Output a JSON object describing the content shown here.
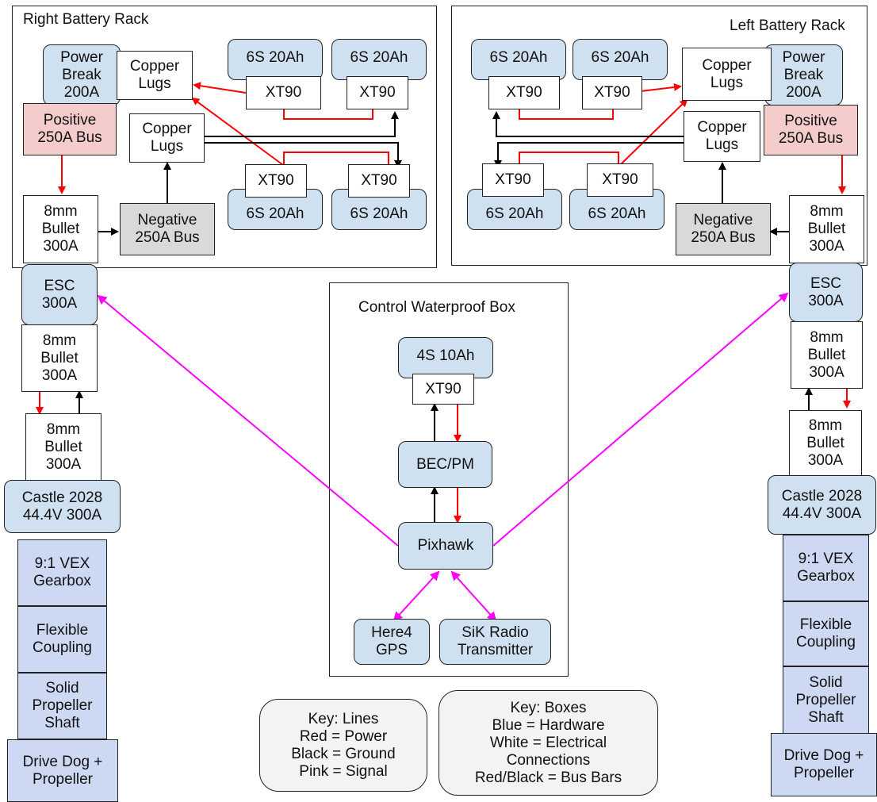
{
  "colors": {
    "power": "#ff0000",
    "ground": "#000000",
    "signal": "#ff00ff",
    "hardware": "#cfe0f0",
    "connection": "#ffffff",
    "positive_bus": "#f4cccc",
    "negative_bus": "#d9d9d9"
  },
  "right_rack": {
    "title": "Right Battery Rack",
    "power_break": "Power\nBreak\n200A",
    "copper_lugs_top": "Copper\nLugs",
    "positive_bus": "Positive\n250A Bus",
    "copper_lugs_mid": "Copper\nLugs",
    "bullet": "8mm\nBullet\n300A",
    "negative_bus": "Negative\n250A Bus",
    "batt_tl": "6S 20Ah",
    "batt_tr": "6S 20Ah",
    "batt_bl": "6S 20Ah",
    "batt_br": "6S 20Ah",
    "xt90_tl": "XT90",
    "xt90_tr": "XT90",
    "xt90_bl": "XT90",
    "xt90_br": "XT90"
  },
  "left_rack": {
    "title": "Left Battery Rack",
    "power_break": "Power\nBreak\n200A",
    "copper_lugs_top": "Copper\nLugs",
    "positive_bus": "Positive\n250A Bus",
    "copper_lugs_mid": "Copper\nLugs",
    "bullet": "8mm\nBullet\n300A",
    "negative_bus": "Negative\n250A Bus",
    "batt_tl": "6S 20Ah",
    "batt_tr": "6S 20Ah",
    "batt_bl": "6S 20Ah",
    "batt_br": "6S 20Ah",
    "xt90_tl": "XT90",
    "xt90_tr": "XT90",
    "xt90_bl": "XT90",
    "xt90_br": "XT90"
  },
  "left_chain": {
    "esc": "ESC\n300A",
    "bullet_a": "8mm\nBullet\n300A",
    "bullet_b": "8mm\nBullet\n300A",
    "motor": "Castle 2028\n44.4V 300A",
    "gearbox": "9:1 VEX\nGearbox",
    "coupling": "Flexible\nCoupling",
    "shaft": "Solid\nPropeller\nShaft",
    "propeller": "Drive Dog +\nPropeller"
  },
  "right_chain": {
    "esc": "ESC\n300A",
    "bullet_a": "8mm\nBullet\n300A",
    "bullet_b": "8mm\nBullet\n300A",
    "motor": "Castle 2028\n44.4V 300A",
    "gearbox": "9:1 VEX\nGearbox",
    "coupling": "Flexible\nCoupling",
    "shaft": "Solid\nPropeller\nShaft",
    "propeller": "Drive Dog +\nPropeller"
  },
  "control_box": {
    "title": "Control Waterproof Box",
    "battery": "4S 10Ah",
    "xt90": "XT90",
    "bec": "BEC/PM",
    "pixhawk": "Pixhawk",
    "gps": "Here4\nGPS",
    "radio": "SiK Radio\nTransmitter"
  },
  "key_lines": [
    "Key: Lines",
    "Red = Power",
    "Black = Ground",
    "Pink = Signal"
  ],
  "key_boxes": [
    "Key: Boxes",
    "Blue = Hardware",
    "White = Electrical",
    "Connections",
    "Red/Black = Bus Bars"
  ]
}
